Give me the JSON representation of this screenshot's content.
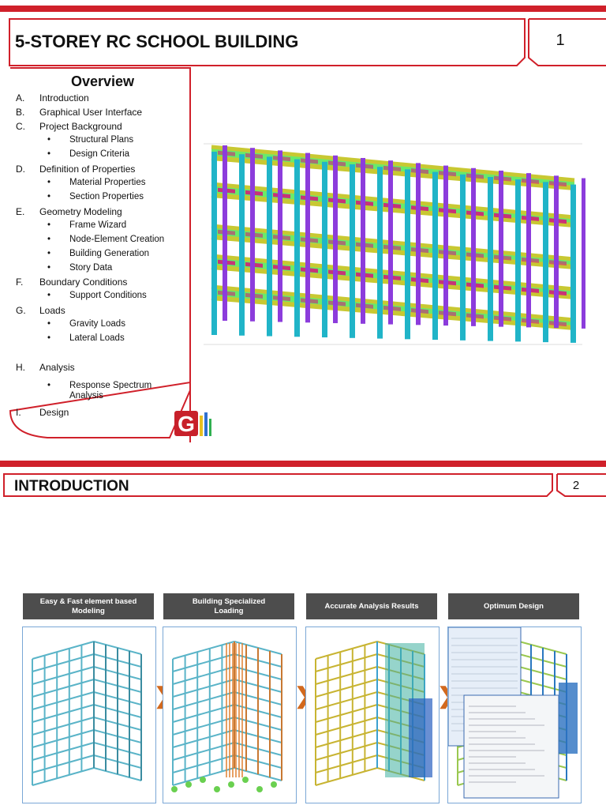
{
  "slide1": {
    "title": "5-STOREY RC SCHOOL BUILDING",
    "page_number": "1",
    "overview_heading": "Overview",
    "items": [
      {
        "letter": "A.",
        "text": "Introduction",
        "subs": []
      },
      {
        "letter": "B.",
        "text": "Graphical User Interface",
        "subs": []
      },
      {
        "letter": "C.",
        "text": "Project Background",
        "subs": [
          "Structural Plans",
          "Design Criteria"
        ]
      },
      {
        "letter": "D.",
        "text": "Definition of Properties",
        "subs": [
          "Material Properties",
          "Section Properties"
        ]
      },
      {
        "letter": "E.",
        "text": "Geometry Modeling",
        "subs": [
          "Frame Wizard",
          "Node-Element Creation",
          "Building Generation",
          "Story Data"
        ]
      },
      {
        "letter": "F.",
        "text": "Boundary Conditions",
        "subs": [
          "Support Conditions"
        ]
      },
      {
        "letter": "G.",
        "text": "Loads",
        "subs": [
          "Gravity Loads",
          "Lateral Loads"
        ]
      },
      {
        "letter": "H.",
        "text": "Analysis",
        "subs": [
          "Response Spectrum Analysis"
        ]
      },
      {
        "letter": "I.",
        "text": "Design",
        "subs": []
      }
    ],
    "bullet": "•",
    "logo_letter": "G"
  },
  "slide2": {
    "title": "INTRODUCTION",
    "page_number": "2",
    "features": [
      {
        "label": "Easy & Fast element based Modeling"
      },
      {
        "label": "Building Specialized Loading"
      },
      {
        "label": "Accurate Analysis Results"
      },
      {
        "label": "Optimum Design"
      }
    ],
    "arrow_glyph": "❯"
  },
  "colors": {
    "accent_red": "#d0202a",
    "header_gray": "#4d4d4d",
    "beam_yellow": "#c8c832",
    "column_cyan": "#20b4c8",
    "column_purple": "#8c3cdc",
    "slab_green": "#50e650",
    "arrow_orange": "#d2691e"
  }
}
